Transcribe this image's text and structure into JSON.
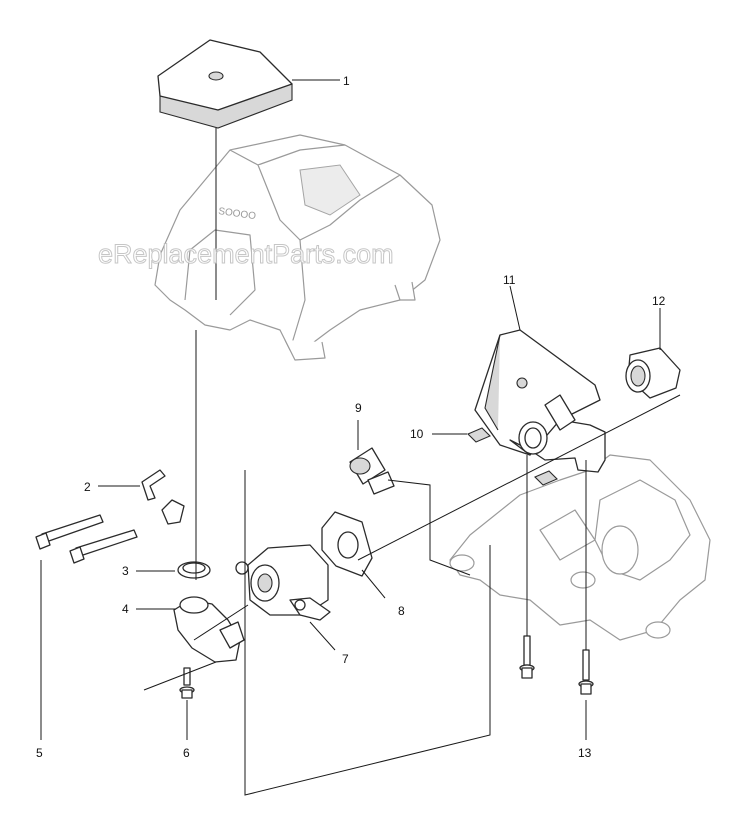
{
  "watermark": "eReplacementParts.com",
  "cover_text": "SOOOO",
  "callouts": [
    "1",
    "2",
    "3",
    "4",
    "5",
    "6",
    "7",
    "8",
    "9",
    "10",
    "11",
    "12",
    "13"
  ]
}
